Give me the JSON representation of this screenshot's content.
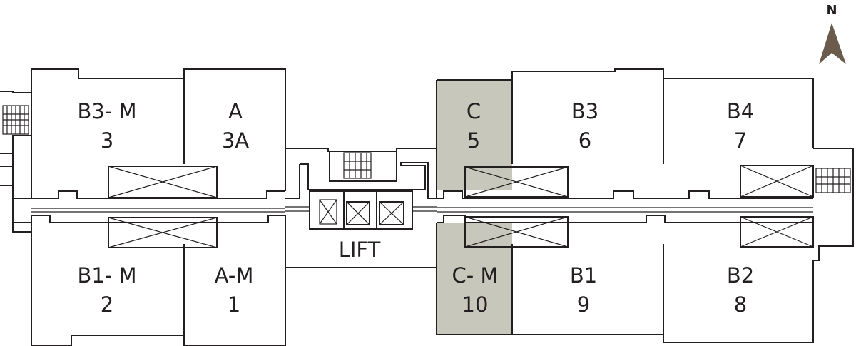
{
  "colors": {
    "highlight": "#c7c7bb",
    "line": "#231f20",
    "compass": "#6b5b4d"
  },
  "compass": {
    "label": "N"
  },
  "lift": {
    "label": "LIFT"
  },
  "units": [
    {
      "key": "b3m-3",
      "type": "B3- M",
      "number": "3",
      "highlighted": false
    },
    {
      "key": "a-3a",
      "type": "A",
      "number": "3A",
      "highlighted": false
    },
    {
      "key": "b1m-2",
      "type": "B1- M",
      "number": "2",
      "highlighted": false
    },
    {
      "key": "am-1",
      "type": "A-M",
      "number": "1",
      "highlighted": false
    },
    {
      "key": "c-5",
      "type": "C",
      "number": "5",
      "highlighted": true
    },
    {
      "key": "b3-6",
      "type": "B3",
      "number": "6",
      "highlighted": false
    },
    {
      "key": "b4-7",
      "type": "B4",
      "number": "7",
      "highlighted": false
    },
    {
      "key": "cm-10",
      "type": "C- M",
      "number": "10",
      "highlighted": true
    },
    {
      "key": "b1-9",
      "type": "B1",
      "number": "9",
      "highlighted": false
    },
    {
      "key": "b2-8",
      "type": "B2",
      "number": "8",
      "highlighted": false
    }
  ]
}
